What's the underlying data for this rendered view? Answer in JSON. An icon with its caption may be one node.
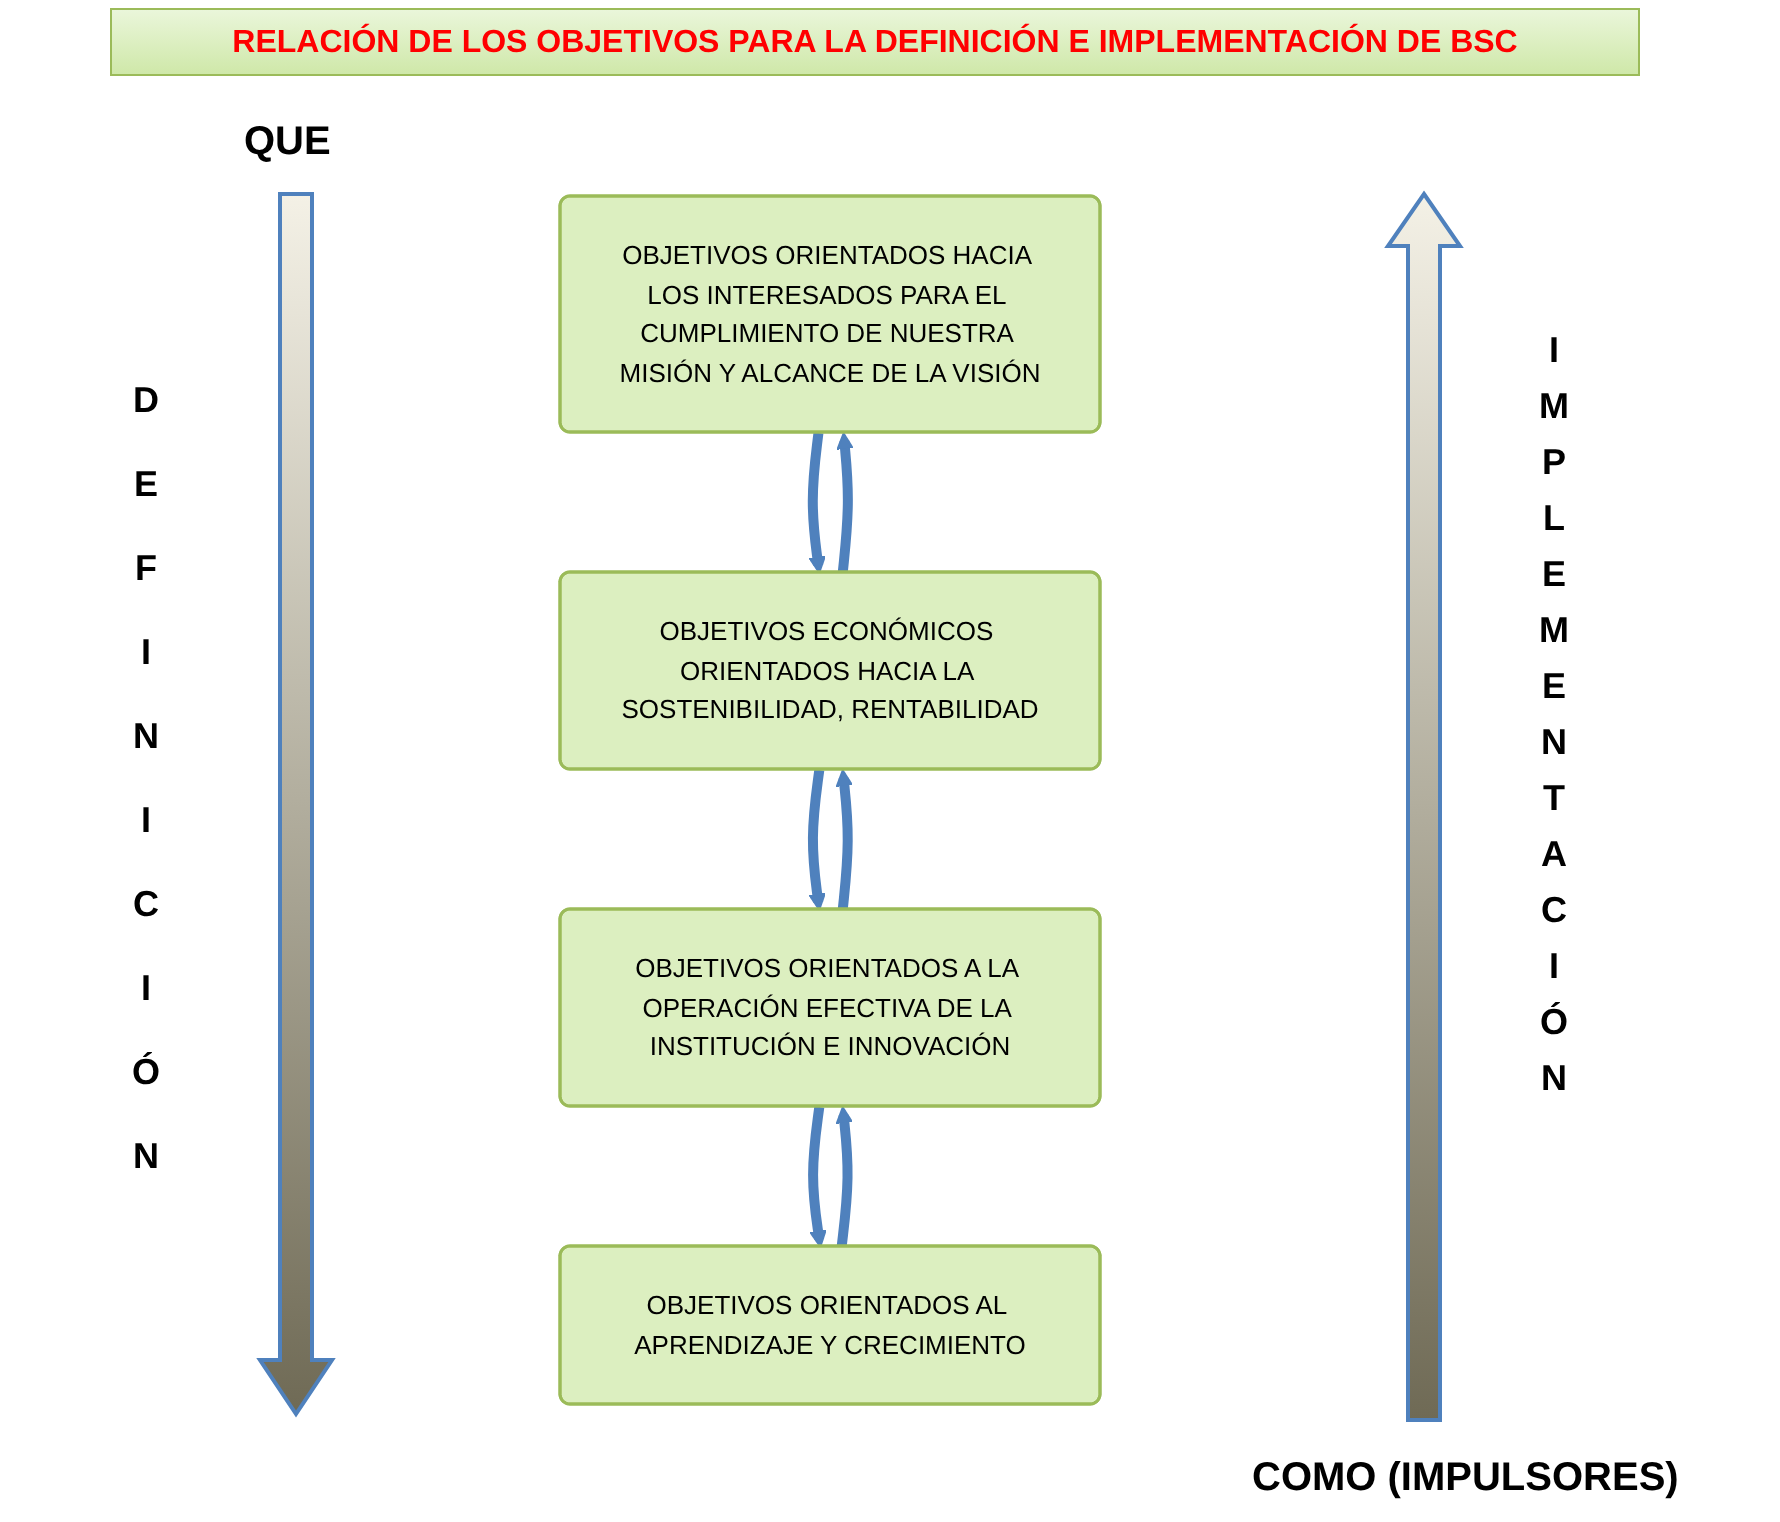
{
  "diagram": {
    "title": "RELACIÓN DE LOS OBJETIVOS PARA LA DEFINICIÓN E IMPLEMENTACIÓN DE BSC",
    "nodes": [
      {
        "text": [
          "OBJETIVOS ORIENTADOS HACIA LOS INTERESADOS PARA EL CUMPLIMIENTO DE NUESTRA MISIÓN Y ALCANCE DE LA VISIÓN"
        ]
      },
      {
        "text": [
          "OBJETIVOS ECONÓMICOS ORIENTADOS HACIA LA SOSTENIBILIDAD, RENTABILIDAD"
        ]
      },
      {
        "text": [
          "OBJETIVOS ORIENTADOS A LA OPERACIÓN EFECTIVA DE LA INSTITUCIÓN E INNOVACIÓN"
        ]
      },
      {
        "text": [
          "OBJETIVOS ORIENTADOS AL APRENDIZAJE Y CRECIMIENTO"
        ]
      }
    ],
    "edges": [
      {
        "from": 0,
        "to": 1,
        "arrow": "to"
      },
      {
        "from": 1,
        "to": 0,
        "arrow": "to"
      },
      {
        "from": 1,
        "to": 2,
        "arrow": "to"
      },
      {
        "from": 2,
        "to": 1,
        "arrow": "to"
      },
      {
        "from": 2,
        "to": 3,
        "arrow": "to"
      },
      {
        "from": 3,
        "to": 2,
        "arrow": "to"
      }
    ],
    "labels": [
      "QUE",
      "DEFINICIÓN",
      "IMPLEMENTACIÓN",
      "COMO (IMPULSORES)"
    ]
  }
}
